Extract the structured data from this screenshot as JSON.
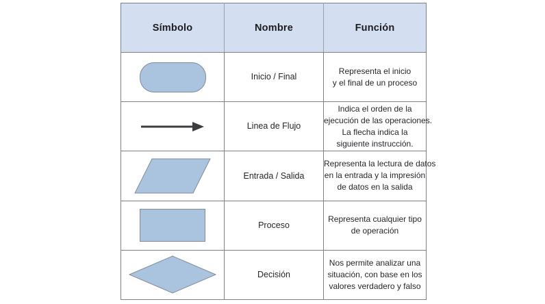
{
  "table": {
    "headers": [
      {
        "label": "Símbolo",
        "name": "column-header-simbolo"
      },
      {
        "label": "Nombre",
        "name": "column-header-nombre"
      },
      {
        "label": "Función",
        "name": "column-header-funcion"
      }
    ],
    "rows": [
      {
        "shape": "rounded-rectangle-terminal-shape",
        "nombre": "Inicio / Final",
        "funcion_lines": [
          "Representa el inicio",
          "y el final de un proceso"
        ]
      },
      {
        "shape": "arrow-flow-line-shape",
        "nombre": "Linea de Flujo",
        "funcion_lines": [
          "Indica el orden de la",
          "ejecución de las operaciones.",
          "La flecha indica la",
          "siguiente instrucción."
        ]
      },
      {
        "shape": "parallelogram-input-output-shape",
        "nombre": "Entrada / Salida",
        "funcion_lines": [
          "Representa la lectura de datos",
          "en la entrada y la impresión",
          "de datos en la salida"
        ]
      },
      {
        "shape": "rectangle-process-shape",
        "nombre": "Proceso",
        "funcion_lines": [
          "Representa cualquier tipo",
          "de operación"
        ]
      },
      {
        "shape": "diamond-decision-shape",
        "nombre": "Decisión",
        "funcion_lines": [
          "Nos permite analizar una",
          "situación, con base en los",
          "valores verdadero y falso"
        ]
      }
    ]
  },
  "colors": {
    "header_background": "#d3dff0",
    "shape_fill": "#aac4e0",
    "shape_stroke": "#7f8a99",
    "arrow_color": "#3b3b40",
    "grid_line": "#9aa0a9",
    "text": "#26262a",
    "page_background": "#ffffff"
  }
}
